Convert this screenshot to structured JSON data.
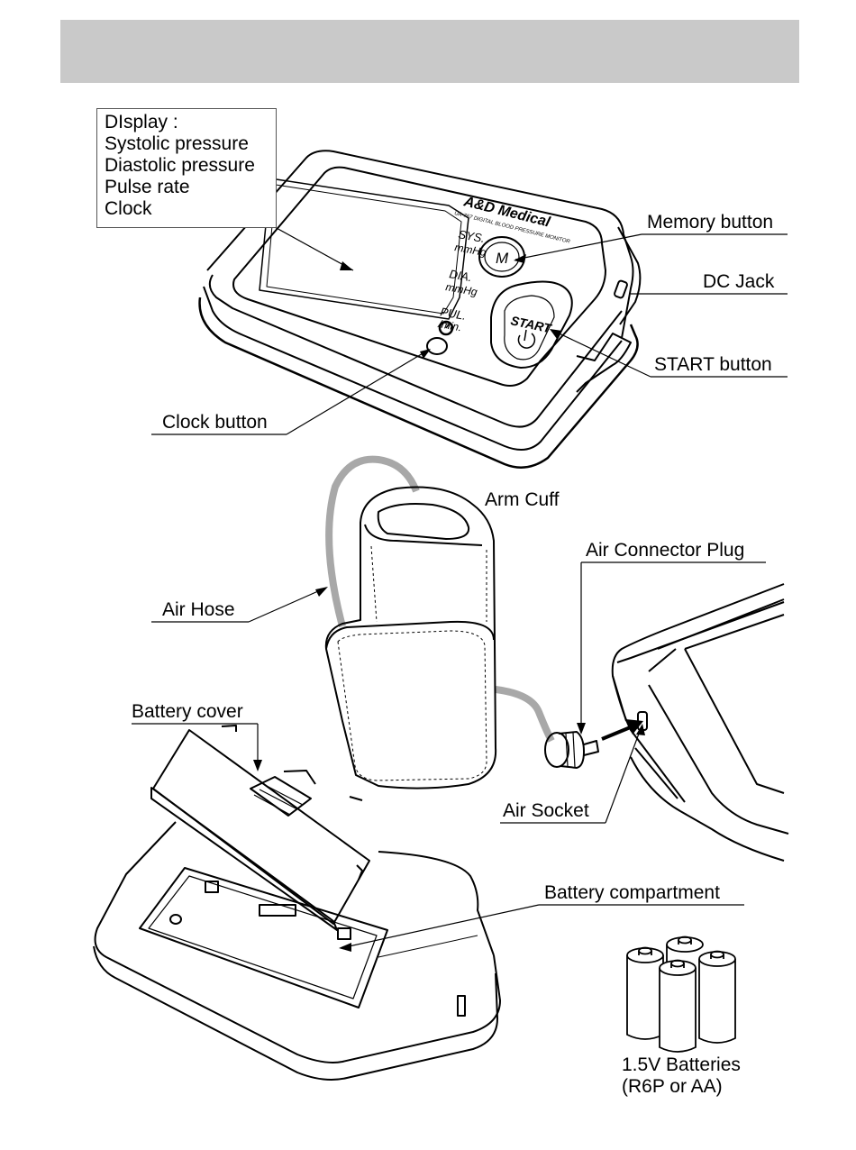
{
  "display_callout": {
    "lines": [
      "DIsplay :",
      "Systolic pressure",
      "Diastolic pressure",
      "Pulse rate",
      "Clock"
    ]
  },
  "labels": {
    "memory_button": "Memory button",
    "dc_jack": "DC Jack",
    "start_button": "START button",
    "clock_button": "Clock button",
    "arm_cuff": "Arm Cuff",
    "air_connector_plug": "Air Connector Plug",
    "air_hose": "Air Hose",
    "battery_cover": "Battery cover",
    "air_socket": "Air Socket",
    "battery_compartment": "Battery compartment",
    "batteries_line1": "1.5V Batteries",
    "batteries_line2": "(R6P or AA)"
  },
  "device": {
    "brand": "A&D Medical",
    "model": "UA-767  DIGITAL BLOOD PRESSURE MONITOR",
    "sys": "SYS.",
    "sys_unit": "mmHg",
    "dia": "DIA.",
    "dia_unit": "mmHg",
    "pul": "PUL.",
    "pul_unit": "/min.",
    "memory_key": "M",
    "start_key": "START"
  },
  "colors": {
    "header_bar": "#c9c9c9",
    "hose": "#a8a8a8",
    "line": "#000000"
  }
}
